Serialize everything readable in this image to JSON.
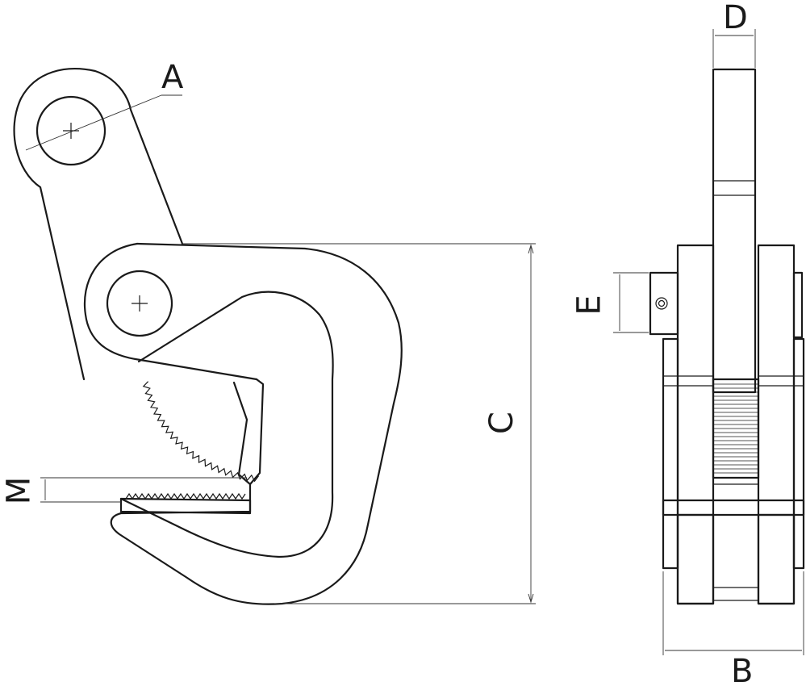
{
  "dimension_labels": {
    "A": "A",
    "B": "B",
    "C": "C",
    "D": "D",
    "E": "E",
    "M": "M"
  },
  "colors": {
    "line": "#1a1a1a",
    "background": "#ffffff"
  }
}
